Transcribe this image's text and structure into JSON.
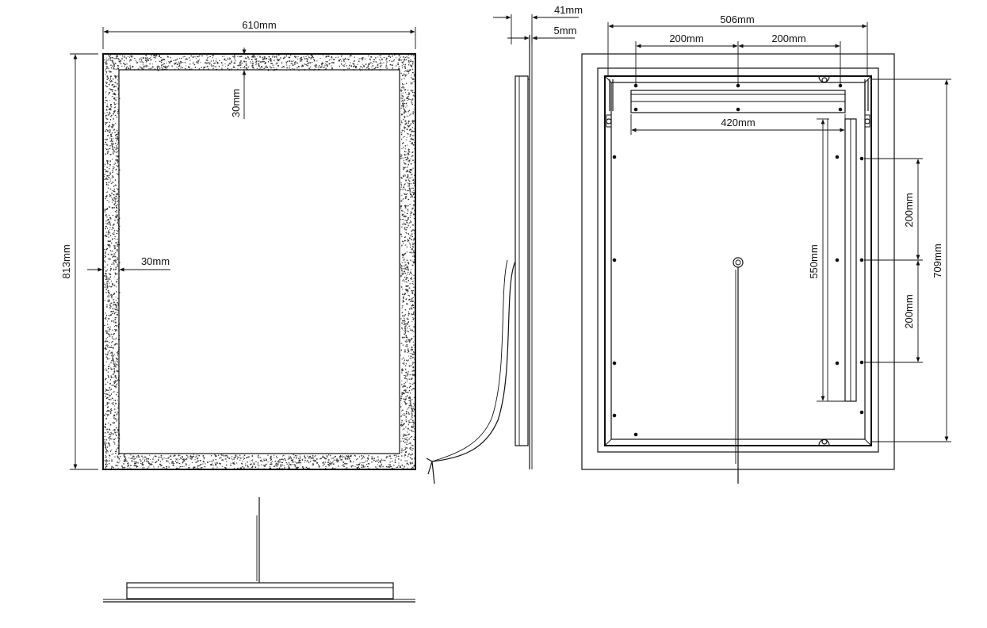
{
  "front_view": {
    "width_label": "610mm",
    "height_label": "813mm",
    "border_top_label": "30mm",
    "border_side_label": "30mm"
  },
  "side_view": {
    "depth_label": "41mm",
    "glass_label": "5mm"
  },
  "back_view": {
    "width_label": "506mm",
    "spacing_left_label": "200mm",
    "spacing_right_label": "200mm",
    "rail_label": "420mm",
    "vertical_rail_label": "550mm",
    "spacing_upper_label": "200mm",
    "spacing_lower_label": "200mm",
    "height_label": "709mm"
  },
  "colors": {
    "line": "#111111",
    "background": "#ffffff",
    "speckle": "#333333"
  }
}
